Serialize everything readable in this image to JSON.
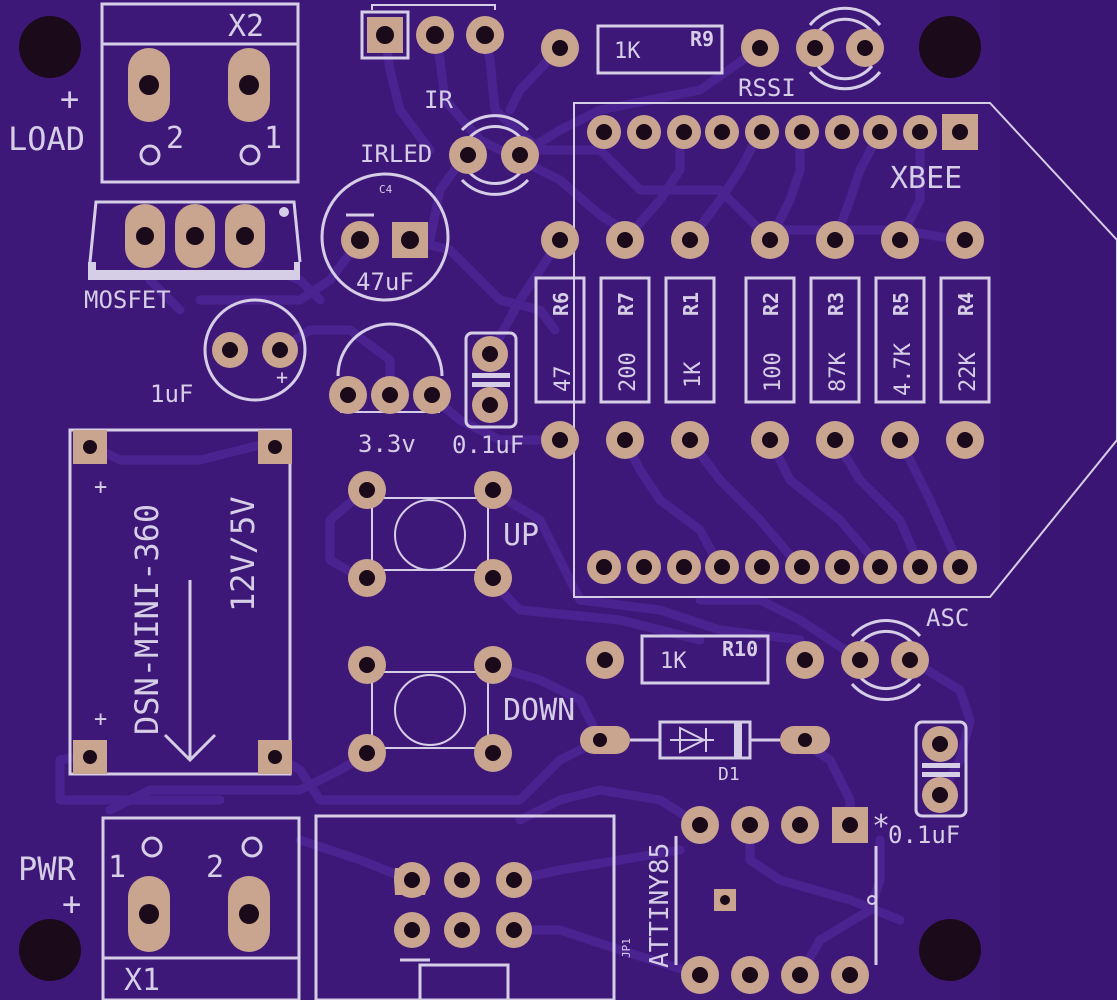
{
  "colors": {
    "board": "#3a1573",
    "silkscreen": "#d6cde6",
    "pad": "#c9a48f",
    "trace": "#4a2390",
    "hole": "#1a0a1a"
  },
  "labels": {
    "x2": "X2",
    "plus_load": "+",
    "load": "LOAD",
    "x2_pin2": "2",
    "x2_pin1": "1",
    "ir": "IR",
    "irled": "IRLED",
    "c4": "C4",
    "cap_47uf": "47uF",
    "mosfet": "MOSFET",
    "cap_1uf": "1uF",
    "cap_1uf_plus": "+",
    "reg_33v": "3.3v",
    "cap_01uf_a": "0.1uF",
    "r9_name": "R9",
    "r9_value": "1K",
    "rssi": "RSSI",
    "xbee": "XBEE",
    "r6_name": "R6",
    "r6_value": "47",
    "r7_name": "R7",
    "r7_value": "200",
    "r1_name": "R1",
    "r1_value": "1K",
    "r2_name": "R2",
    "r2_value": "100",
    "r3_name": "R3",
    "r3_value": "87K",
    "r5_name": "R5",
    "r5_value": "4.7K",
    "r4_name": "R4",
    "r4_value": "22K",
    "dsn_plus_top": "+",
    "dsn_plus_bottom": "+",
    "dsn_name": "DSN-MINI-360",
    "dsn_voltage": "12V/5V",
    "up": "UP",
    "down": "DOWN",
    "asc": "ASC",
    "r10_name": "R10",
    "r10_value": "1K",
    "d1": "D1",
    "cap_01uf_b": "0.1uF",
    "star": "*",
    "attiny": "ATTINY85",
    "jp1": "JP1",
    "pwr": "PWR",
    "plus_pwr": "+",
    "x1_pin1": "1",
    "x1_pin2": "2",
    "x1": "X1"
  }
}
